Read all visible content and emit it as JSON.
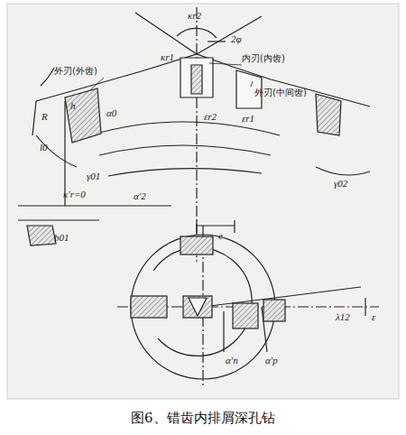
{
  "diagram": {
    "caption": "图6、错齿内排屑深孔钻",
    "labels": [
      "κr2",
      "2φ",
      "κr1",
      "内刃(内齿)",
      "外刃(外齿)",
      "外刃(中间齿)",
      "R",
      "h",
      "α0",
      "l0",
      "γ01",
      "εr2",
      "εr1",
      "γ02",
      "κ'r=0",
      "α'2",
      "b01",
      "e",
      "λ12",
      "ε",
      "α'n",
      "α'p"
    ]
  }
}
